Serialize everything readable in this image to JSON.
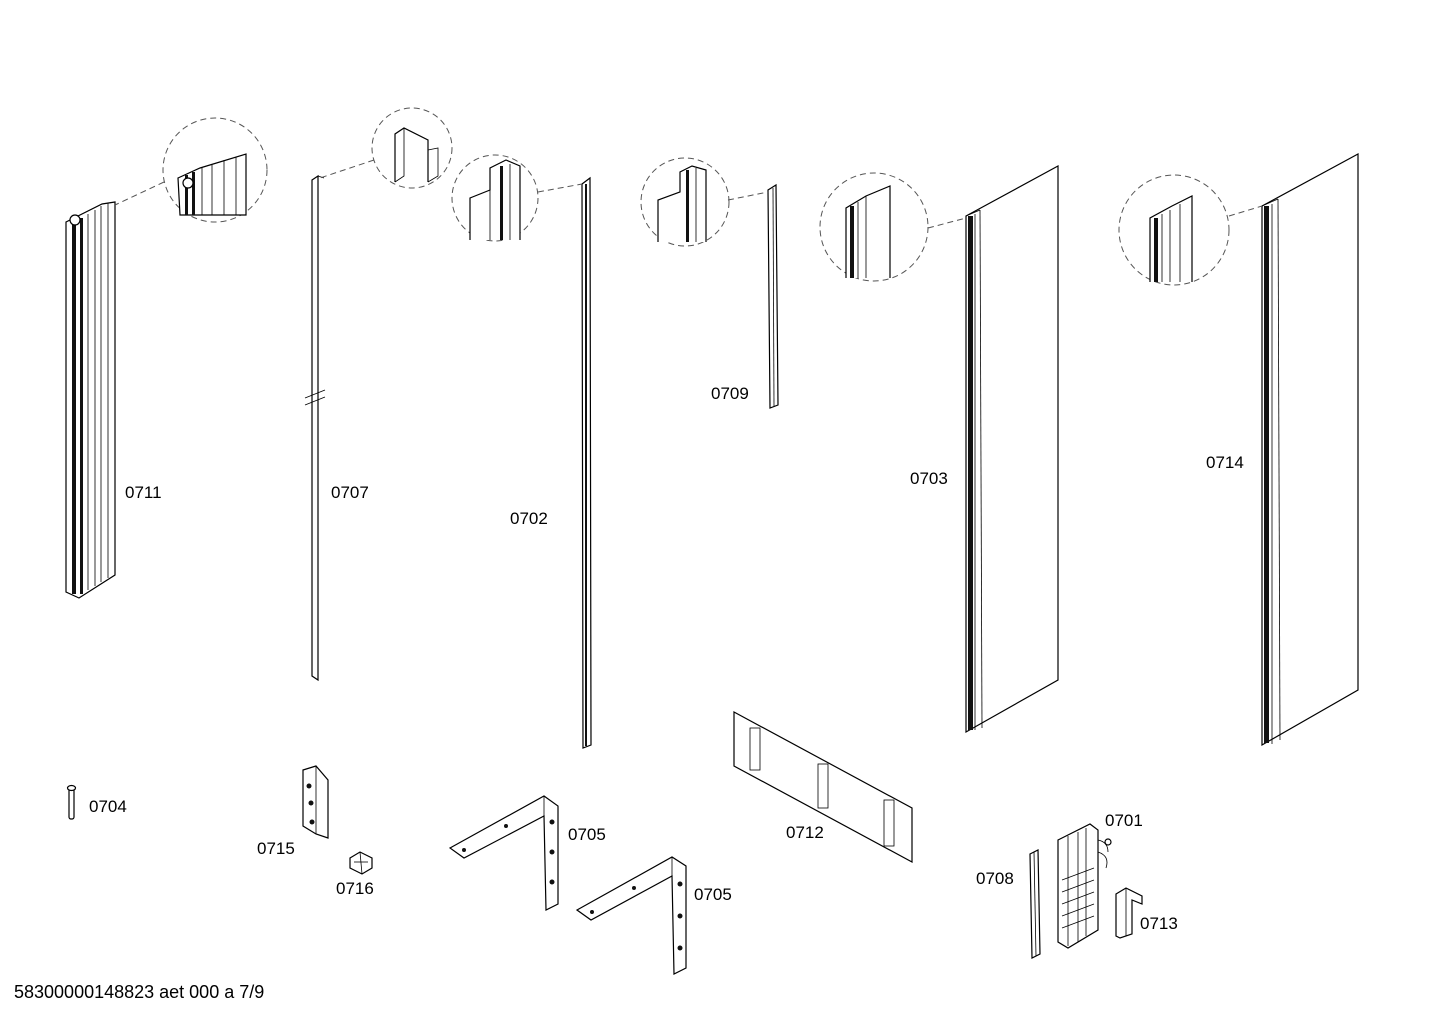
{
  "parts": {
    "p0711": "0711",
    "p0707": "0707",
    "p0702": "0702",
    "p0709": "0709",
    "p0703": "0703",
    "p0714": "0714",
    "p0704": "0704",
    "p0715": "0715",
    "p0716": "0716",
    "p0705a": "0705",
    "p0705b": "0705",
    "p0712": "0712",
    "p0708": "0708",
    "p0701": "0701",
    "p0713": "0713"
  },
  "footer": "58300000148823 aet 000 a 7/9"
}
